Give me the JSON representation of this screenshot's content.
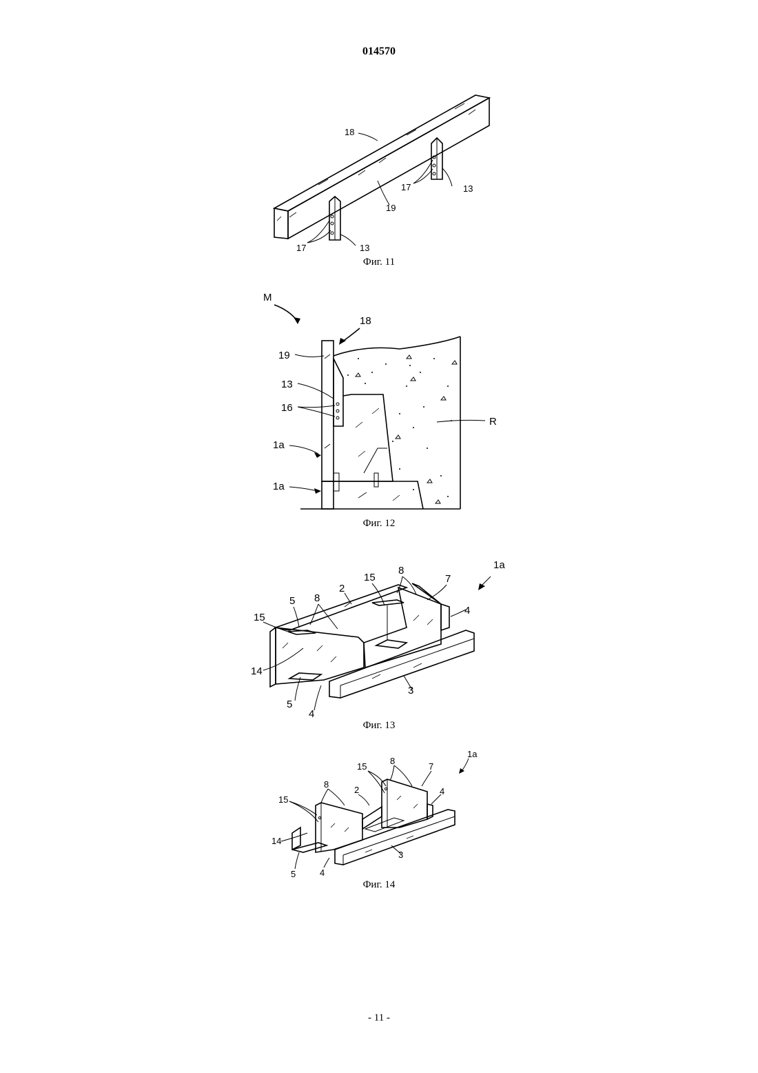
{
  "document": {
    "number": "014570",
    "page": "- 11 -"
  },
  "figures": [
    {
      "caption": "Фиг. 11",
      "labels": [
        "18",
        "17",
        "13",
        "19",
        "17",
        "13"
      ]
    },
    {
      "caption": "Фиг. 12",
      "labels": [
        "M",
        "18",
        "19",
        "13",
        "16",
        "R",
        "1a",
        "1a"
      ]
    },
    {
      "caption": "Фиг. 13",
      "labels": [
        "1a",
        "8",
        "15",
        "7",
        "2",
        "5",
        "8",
        "4",
        "15",
        "14",
        "3",
        "5",
        "4"
      ]
    },
    {
      "caption": "Фиг. 14",
      "labels": [
        "1a",
        "8",
        "7",
        "15",
        "8",
        "2",
        "4",
        "15",
        "14",
        "3",
        "5",
        "4"
      ]
    }
  ]
}
